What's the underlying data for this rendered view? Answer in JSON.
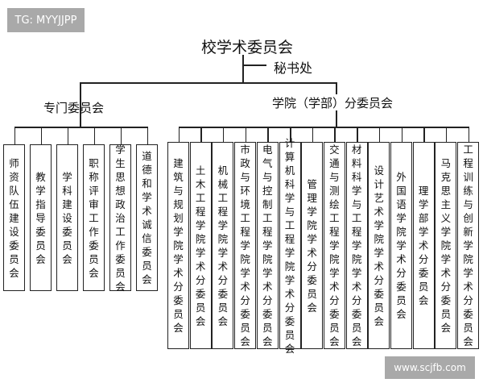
{
  "watermark_top": "TG: MYYJJPP",
  "watermark_bottom": "www.scjfb.com",
  "root": {
    "label": "校学术委员会"
  },
  "secretariat": {
    "label": "秘书处"
  },
  "special": {
    "label": "专门委员会",
    "items": [
      "师资队伍建设委员会",
      "教学指导委员会",
      "学科建设委员会",
      "职称评审工作委员会",
      "学生思想政治工作委员会",
      "道德和学术诚信委员会"
    ]
  },
  "college": {
    "label": "学院（学部）分委员会",
    "items": [
      "建筑与规划学院学术分委员会",
      "土木工程学院学术分委员会",
      "机械工程学院学术分委员会",
      "市政与环境工程学院学术分委员会",
      "电气与控制工程学院学术分委员会",
      "计算机科学与工程学院学术分委员会",
      "管理学院学术分委员会",
      "交通与测绘工程学院学术分委员会",
      "材料科学与工程学院学术分委员会",
      "设计艺术学院学术分委员会",
      "外国语学院学术分委员会",
      "理学部学术分委员会",
      "马克思主义学院学术分委员会",
      "工程训练与创新学院学术分委员会"
    ]
  }
}
